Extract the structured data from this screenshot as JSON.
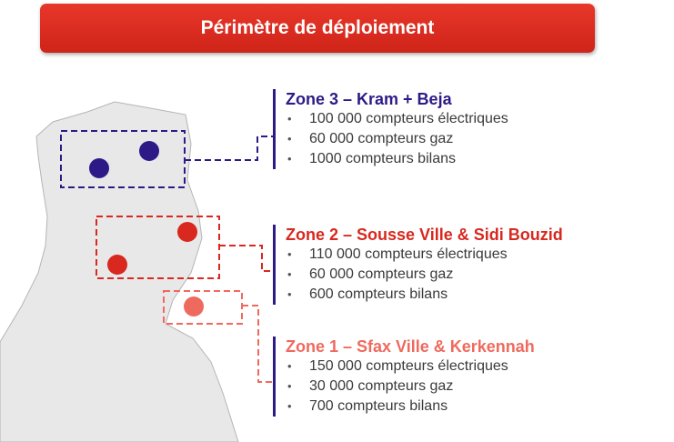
{
  "title": "Périmètre de déploiement",
  "colors": {
    "title_banner": "#dc2f22",
    "zone3": "#2e1a87",
    "zone2": "#d8281f",
    "zone1": "#ef6a5e",
    "map_fill": "#e8e8e8",
    "map_stroke": "#b5b5b5"
  },
  "zones": [
    {
      "title": "Zone 3 – Kram + Beja",
      "items": [
        "100 000  compteurs électriques",
        "60 000 compteurs gaz",
        "1000 compteurs bilans"
      ]
    },
    {
      "title": "Zone 2 – Sousse Ville & Sidi Bouzid",
      "items": [
        "110 000 compteurs électriques",
        "60 000 compteurs gaz",
        "600 compteurs bilans"
      ]
    },
    {
      "title": "Zone 1 – Sfax Ville & Kerkennah",
      "items": [
        "150 000 compteurs électriques",
        "30 000 compteurs gaz",
        "700 compteurs bilans"
      ]
    }
  ]
}
